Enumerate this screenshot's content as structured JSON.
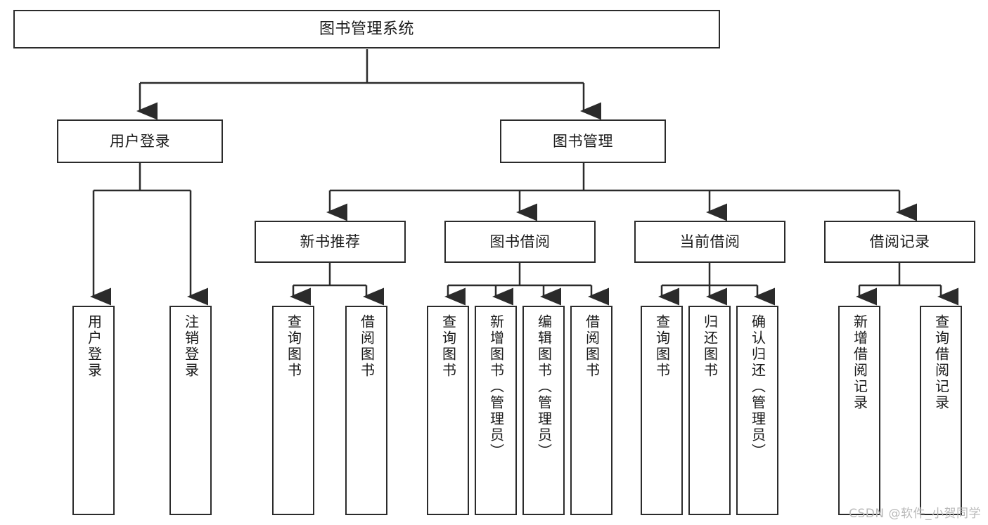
{
  "diagram": {
    "title": "图书管理系统",
    "type": "hierarchy-tree",
    "watermark": "CSDN @软件_小贺同学",
    "colors": {
      "box_border": "#2b2b2b",
      "box_fill": "#ffffff",
      "connector": "#2b2b2b",
      "text": "#1a1a1a",
      "watermark": "#b9b9b9"
    },
    "nodes": {
      "root": {
        "label": "图书管理系统",
        "orientation": "horizontal"
      },
      "level2": [
        {
          "label": "用户登录",
          "orientation": "horizontal"
        },
        {
          "label": "图书管理",
          "orientation": "horizontal"
        }
      ],
      "level3": [
        {
          "label": "新书推荐",
          "orientation": "horizontal"
        },
        {
          "label": "图书借阅",
          "orientation": "horizontal"
        },
        {
          "label": "当前借阅",
          "orientation": "horizontal"
        },
        {
          "label": "借阅记录",
          "orientation": "horizontal"
        }
      ],
      "leaves": {
        "user_login": [
          {
            "label": "用户登录",
            "orientation": "vertical"
          },
          {
            "label": "注销登录",
            "orientation": "vertical"
          }
        ],
        "new_book_recommend": [
          {
            "label": "查询图书",
            "orientation": "vertical"
          },
          {
            "label": "借阅图书",
            "orientation": "vertical"
          }
        ],
        "book_borrow": [
          {
            "label": "查询图书",
            "orientation": "vertical"
          },
          {
            "label": "新增图书（管理员）",
            "orientation": "vertical"
          },
          {
            "label": "编辑图书（管理员）",
            "orientation": "vertical"
          },
          {
            "label": "借阅图书",
            "orientation": "vertical"
          }
        ],
        "current_borrow": [
          {
            "label": "查询图书",
            "orientation": "vertical"
          },
          {
            "label": "归还图书",
            "orientation": "vertical"
          },
          {
            "label": "确认归还（管理员）",
            "orientation": "vertical"
          }
        ],
        "borrow_record": [
          {
            "label": "新增借阅记录",
            "orientation": "vertical"
          },
          {
            "label": "查询借阅记录",
            "orientation": "vertical"
          }
        ]
      }
    }
  }
}
